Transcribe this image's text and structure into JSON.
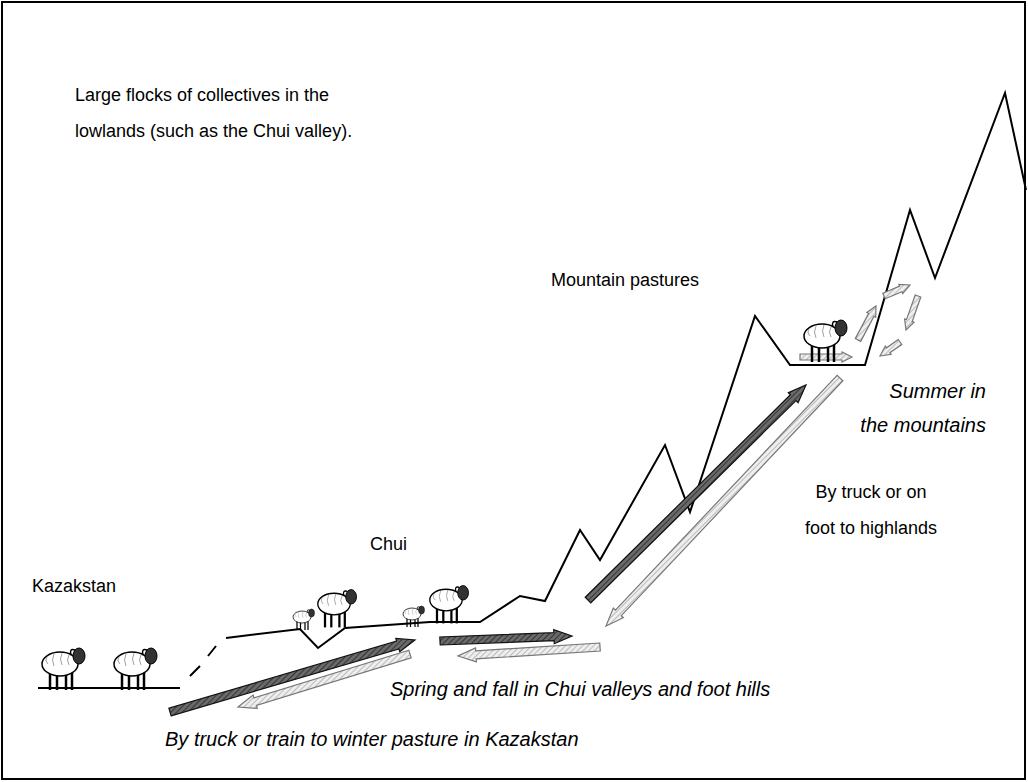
{
  "diagram": {
    "labels": [
      "Large flocks of collectives in the lowlands (such as the Chui valley).",
      "Mountain pastures",
      "Summer in the mountains",
      "By truck or on foot to highlands",
      "Chui",
      "Kazakstan",
      "Spring and fall in Chui valleys and foot hills",
      "By truck or train to winter pasture in Kazakstan"
    ]
  }
}
